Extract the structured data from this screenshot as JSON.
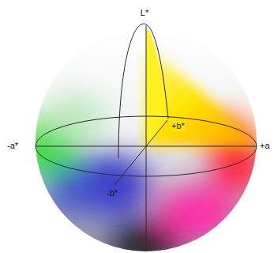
{
  "diagram": {
    "labels": [
      "L*",
      "-a*",
      "+a",
      "+b*",
      "-b*"
    ]
  }
}
